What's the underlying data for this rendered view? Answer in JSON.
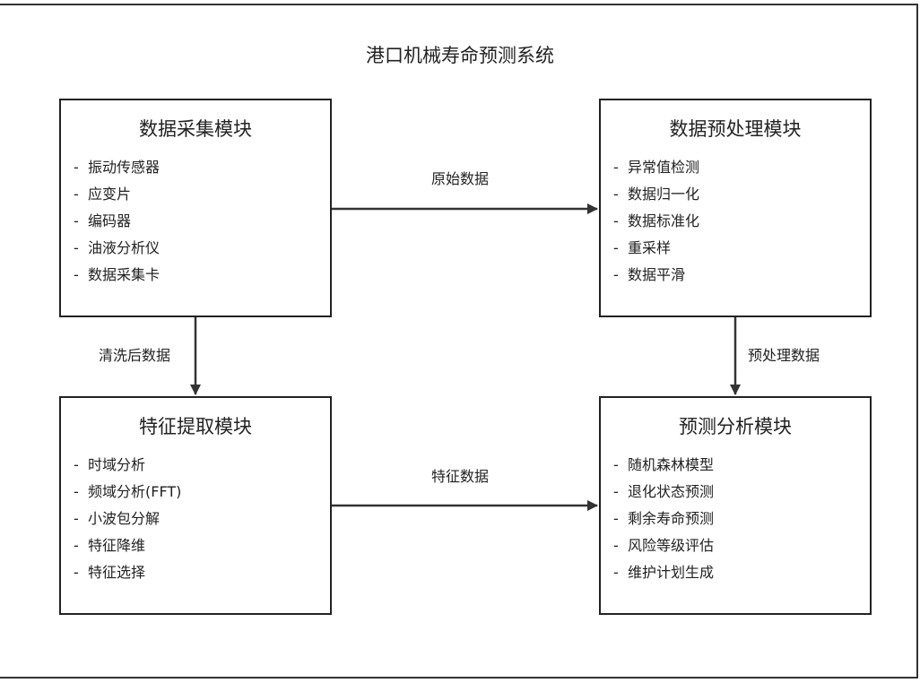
{
  "title": "港口机械寿命预测系统",
  "modules": {
    "acquisition": {
      "title": "数据采集模块",
      "items": [
        "振动传感器",
        "应变片",
        "编码器",
        "油液分析仪",
        "数据采集卡"
      ]
    },
    "preprocessing": {
      "title": "数据预处理模块",
      "items": [
        "异常值检测",
        "数据归一化",
        "数据标准化",
        "重采样",
        "数据平滑"
      ]
    },
    "feature": {
      "title": "特征提取模块",
      "items": [
        "时域分析",
        "频域分析(FFT)",
        "小波包分解",
        "特征降维",
        "特征选择"
      ]
    },
    "prediction": {
      "title": "预测分析模块",
      "items": [
        "随机森林模型",
        "退化状态预测",
        "剩余寿命预测",
        "风险等级评估",
        "维护计划生成"
      ]
    }
  },
  "edges": {
    "raw_data": "原始数据",
    "cleaned_data": "清洗后数据",
    "preprocessed_data": "预处理数据",
    "feature_data": "特征数据"
  },
  "bullet": "-"
}
